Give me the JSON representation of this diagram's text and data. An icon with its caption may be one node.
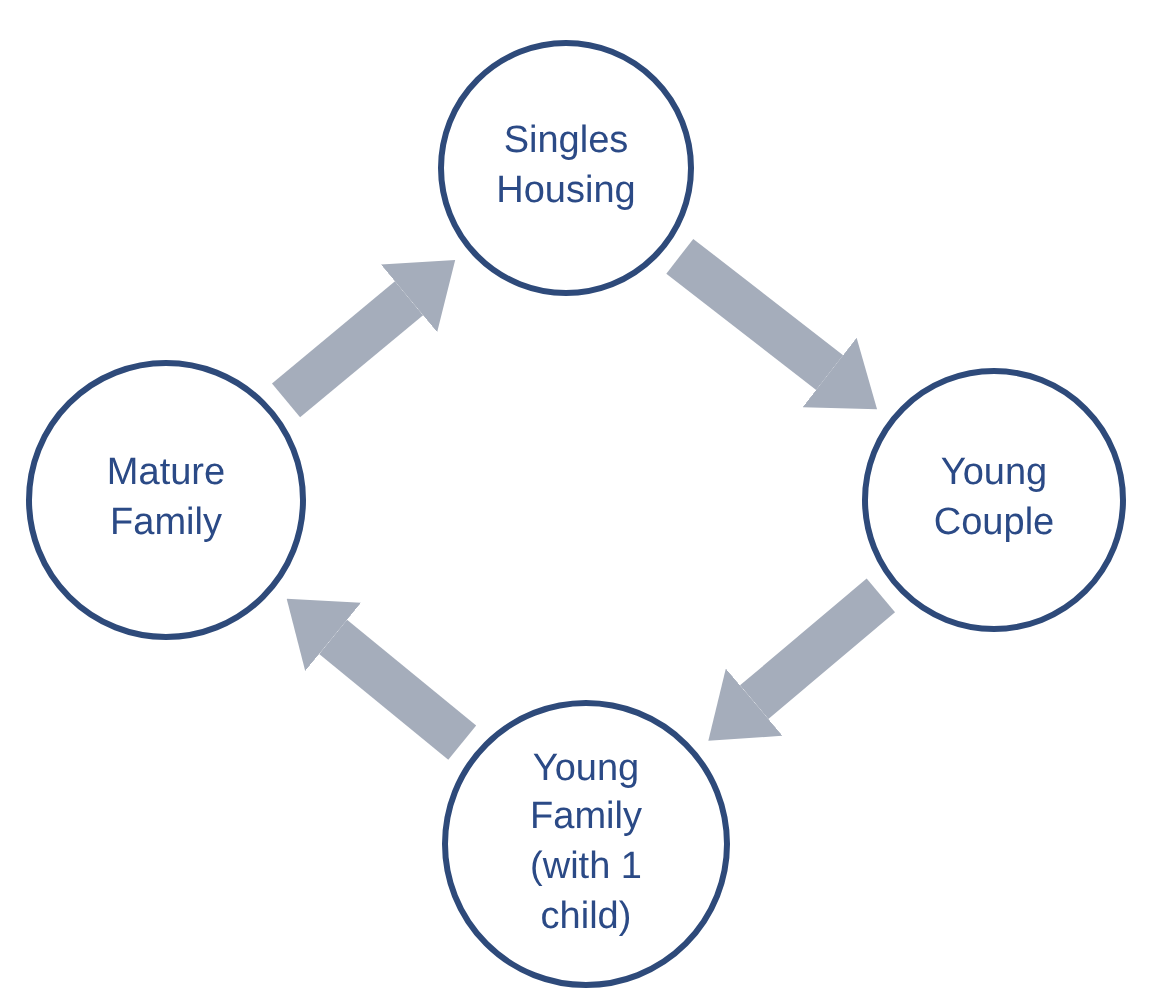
{
  "diagram": {
    "nodes": [
      {
        "text": [
          "Singles Housing"
        ]
      },
      {
        "text": [
          "Mature Family"
        ]
      },
      {
        "text": [
          "Young Couple"
        ]
      },
      {
        "text": [
          "Young Family (with 1 child)"
        ]
      }
    ],
    "edges": [
      {
        "from": 0,
        "to": 2,
        "arrow": "to"
      },
      {
        "from": 2,
        "to": 3,
        "arrow": "to"
      },
      {
        "from": 3,
        "to": 1,
        "arrow": "to"
      },
      {
        "from": 1,
        "to": 0,
        "arrow": "to"
      }
    ]
  }
}
